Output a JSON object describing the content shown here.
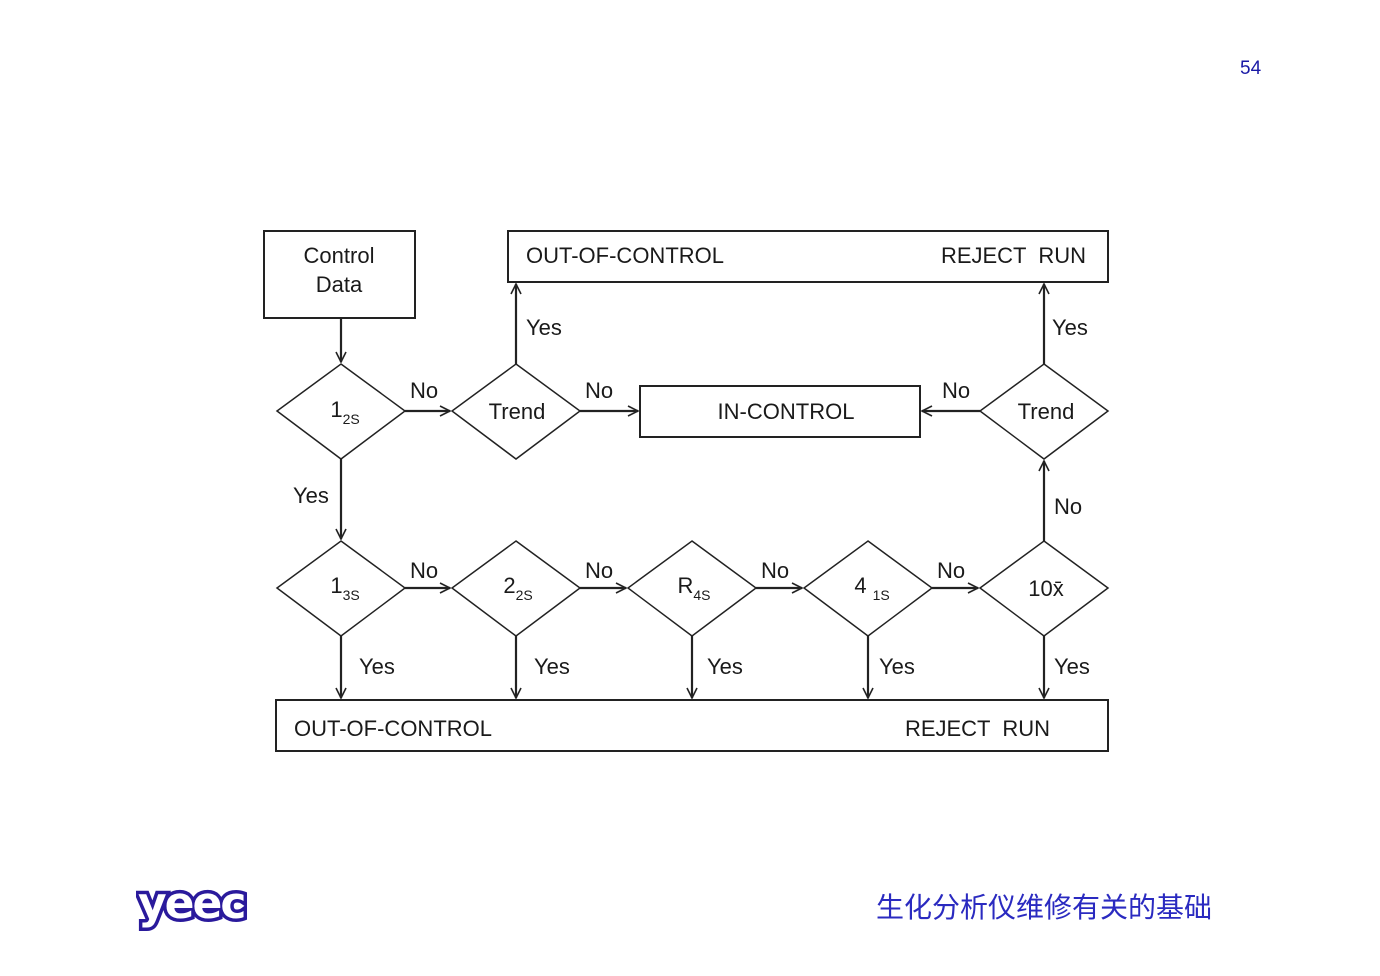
{
  "page_number": "54",
  "footer": {
    "title": "生化分析仪维修有关的基础"
  },
  "logo": {
    "text": "yeec",
    "color": "#2a1a9c"
  },
  "colors": {
    "line": "#222222",
    "page_number": "#1a1aa6",
    "footer": "#2a2ac0"
  },
  "flow": {
    "start": {
      "line1": "Control",
      "line2": "Data"
    },
    "out_top": {
      "left": "OUT-OF-CONTROL",
      "right": "REJECT  RUN"
    },
    "in_control": "IN-CONTROL",
    "out_bottom": {
      "left": "OUT-OF-CONTROL",
      "right": "REJECT  RUN"
    },
    "nodes": {
      "r12s": {
        "main": "1",
        "sub": "2S"
      },
      "trend_left": {
        "main": "Trend"
      },
      "trend_right": {
        "main": "Trend"
      },
      "r13s": {
        "main": "1",
        "sub": "3S"
      },
      "r22s": {
        "main": "2",
        "sub": "2S"
      },
      "rr4s": {
        "main": "R",
        "sub": "4S"
      },
      "r41s": {
        "main": "4",
        "sub": "1S"
      },
      "r10x": {
        "main": "10x̄"
      }
    },
    "labels": {
      "no_12s_trend": "No",
      "no_trend_in": "No",
      "yes_trend_out": "Yes",
      "yes_12s_13s": "Yes",
      "no_trend_right_in": "No",
      "yes_trend_right_out": "Yes",
      "no_10x_trend": "No",
      "no_13s_22s": "No",
      "no_22s_r4s": "No",
      "no_r4s_41s": "No",
      "no_41s_10x": "No",
      "yes_13s": "Yes",
      "yes_22s": "Yes",
      "yes_r4s": "Yes",
      "yes_41s": "Yes",
      "yes_10x": "Yes"
    }
  }
}
